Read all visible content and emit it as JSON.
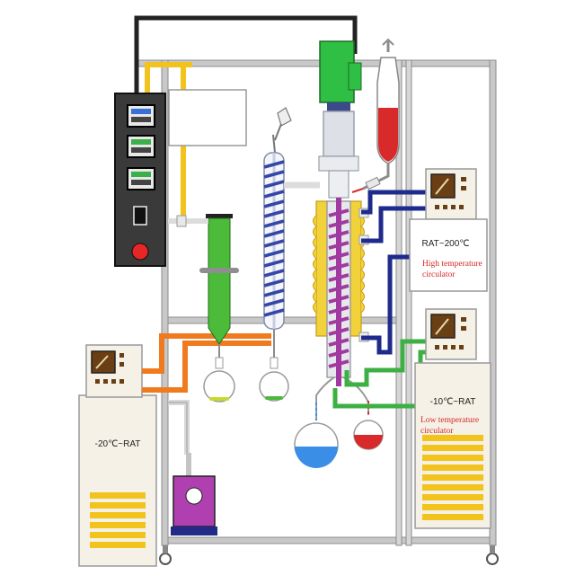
{
  "labels": {
    "high_temp_range": "RAT~200℃",
    "high_temp_name_line1": "High temperature",
    "high_temp_name_line2": "circulator",
    "low_temp_range": "-10℃~RAT",
    "low_temp_name_line1": "Low temperature",
    "low_temp_name_line2": "circulator",
    "chiller_range": "-20℃~RAT"
  },
  "colors": {
    "frame": "#c8c8c8",
    "frame_edge": "#8c8c8c",
    "vacuum_line": "#222222",
    "heating_line": "#f2c21d",
    "hot_oil_line": "#1e2a8c",
    "cooling_line": "#3cb043",
    "chiller_line": "#f07a1e",
    "motor": "#2fbf45",
    "column_jacket": "#f2d23a",
    "wiper_coil": "#a13aa0",
    "condenser_coil": "#3446a8",
    "cold_trap": "#4cbb3a",
    "residue": "#d82a2a",
    "distillate": "#3a8ee6",
    "vacuum_pump": "#b040b0",
    "controller_panel": "#3a3a3a",
    "circulator_case": "#f5f1e6",
    "circulator_screen": "#6b3f14"
  },
  "icons": [
    "control-panel",
    "motor",
    "feed-funnel",
    "condenser",
    "cold-trap",
    "column",
    "receiving-flask",
    "vacuum-pump",
    "circulator",
    "chiller"
  ]
}
